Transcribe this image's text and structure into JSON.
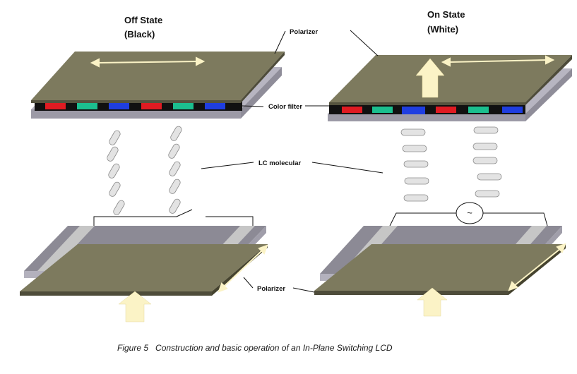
{
  "left_state": {
    "line1": "Off State",
    "line2": "(Black)"
  },
  "right_state": {
    "line1": "On State",
    "line2": "(White)"
  },
  "labels": {
    "polarizer_top": "Polarizer",
    "color_filter": "Color filter",
    "lc_molecular": "LC molecular",
    "polarizer_bottom": "Polarizer",
    "ac_symbol": "~"
  },
  "caption": "Figure 5   Construction and basic operation of an In-Plane Switching LCD",
  "colors": {
    "polarizer": "#7d7a5e",
    "glass": "#b7b5c1",
    "substrate": "#8c8a95",
    "electrode": "#c4c4c4",
    "arrow": "#fbf3c6",
    "filter_red": "#e01b22",
    "filter_green": "#1bbf8f",
    "filter_blue": "#1f3ee0"
  }
}
